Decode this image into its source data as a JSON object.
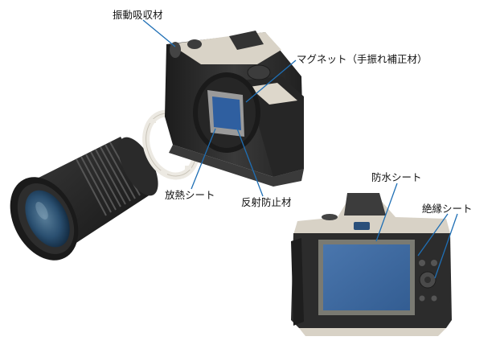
{
  "callouts": {
    "shock_absorber": "振動吸収材",
    "magnet": "マグネット（手振れ補正材）",
    "heat_sheet": "放熱シート",
    "antireflection": "反射防止材",
    "waterproof_sheet": "防水シート",
    "insulation_sheet": "絶縁シート"
  },
  "colors": {
    "camera_body": "#2b2b2b",
    "camera_trim": "#cfc9bd",
    "sensor_blue": "#2f5fa0",
    "lcd_blue": "#3e6aa3",
    "lens_black": "#1f1f1f",
    "ring_white": "#ece9e2",
    "leader_line": "#1f6fb5"
  }
}
